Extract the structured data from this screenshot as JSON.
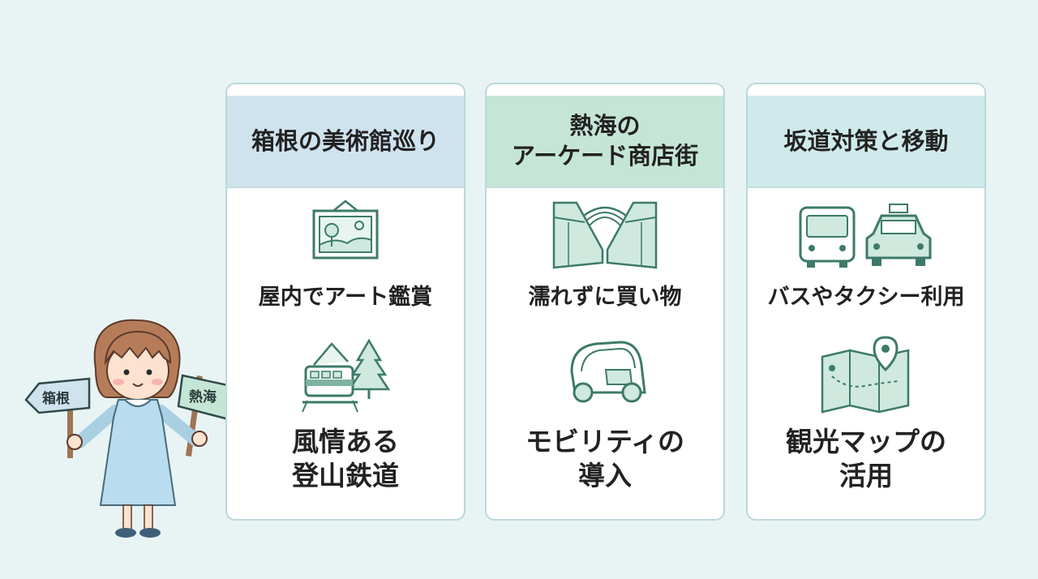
{
  "cards": [
    {
      "title": "箱根の美術館巡り",
      "item1": {
        "icon": "framed-painting-icon",
        "label": "屋内でアート鑑賞"
      },
      "item2": {
        "icon": "mountain-train-icon",
        "label": "風情ある\n登山鉄道"
      }
    },
    {
      "title": "熱海の\nアーケード商店街",
      "item1": {
        "icon": "arcade-street-icon",
        "label": "濡れずに買い物"
      },
      "item2": {
        "icon": "small-ev-car-icon",
        "label": "モビリティの\n導入"
      }
    },
    {
      "title": "坂道対策と移動",
      "item1": {
        "icon": "bus-and-taxi-icon",
        "label": "バスやタクシー利用"
      },
      "item2": {
        "icon": "map-pin-icon",
        "label": "観光マップの\n活用"
      }
    }
  ],
  "character": {
    "left_sign": "箱根",
    "right_sign": "熱海"
  },
  "colors": {
    "background": "#e8f3f4",
    "card_border": "#b9d8dc",
    "header_hakone": "#cfe3ee",
    "header_atami": "#c5e5d7",
    "header_transport": "#cfeaea",
    "icon_green": "#3d7a6a",
    "icon_fill": "#cfe9df"
  }
}
